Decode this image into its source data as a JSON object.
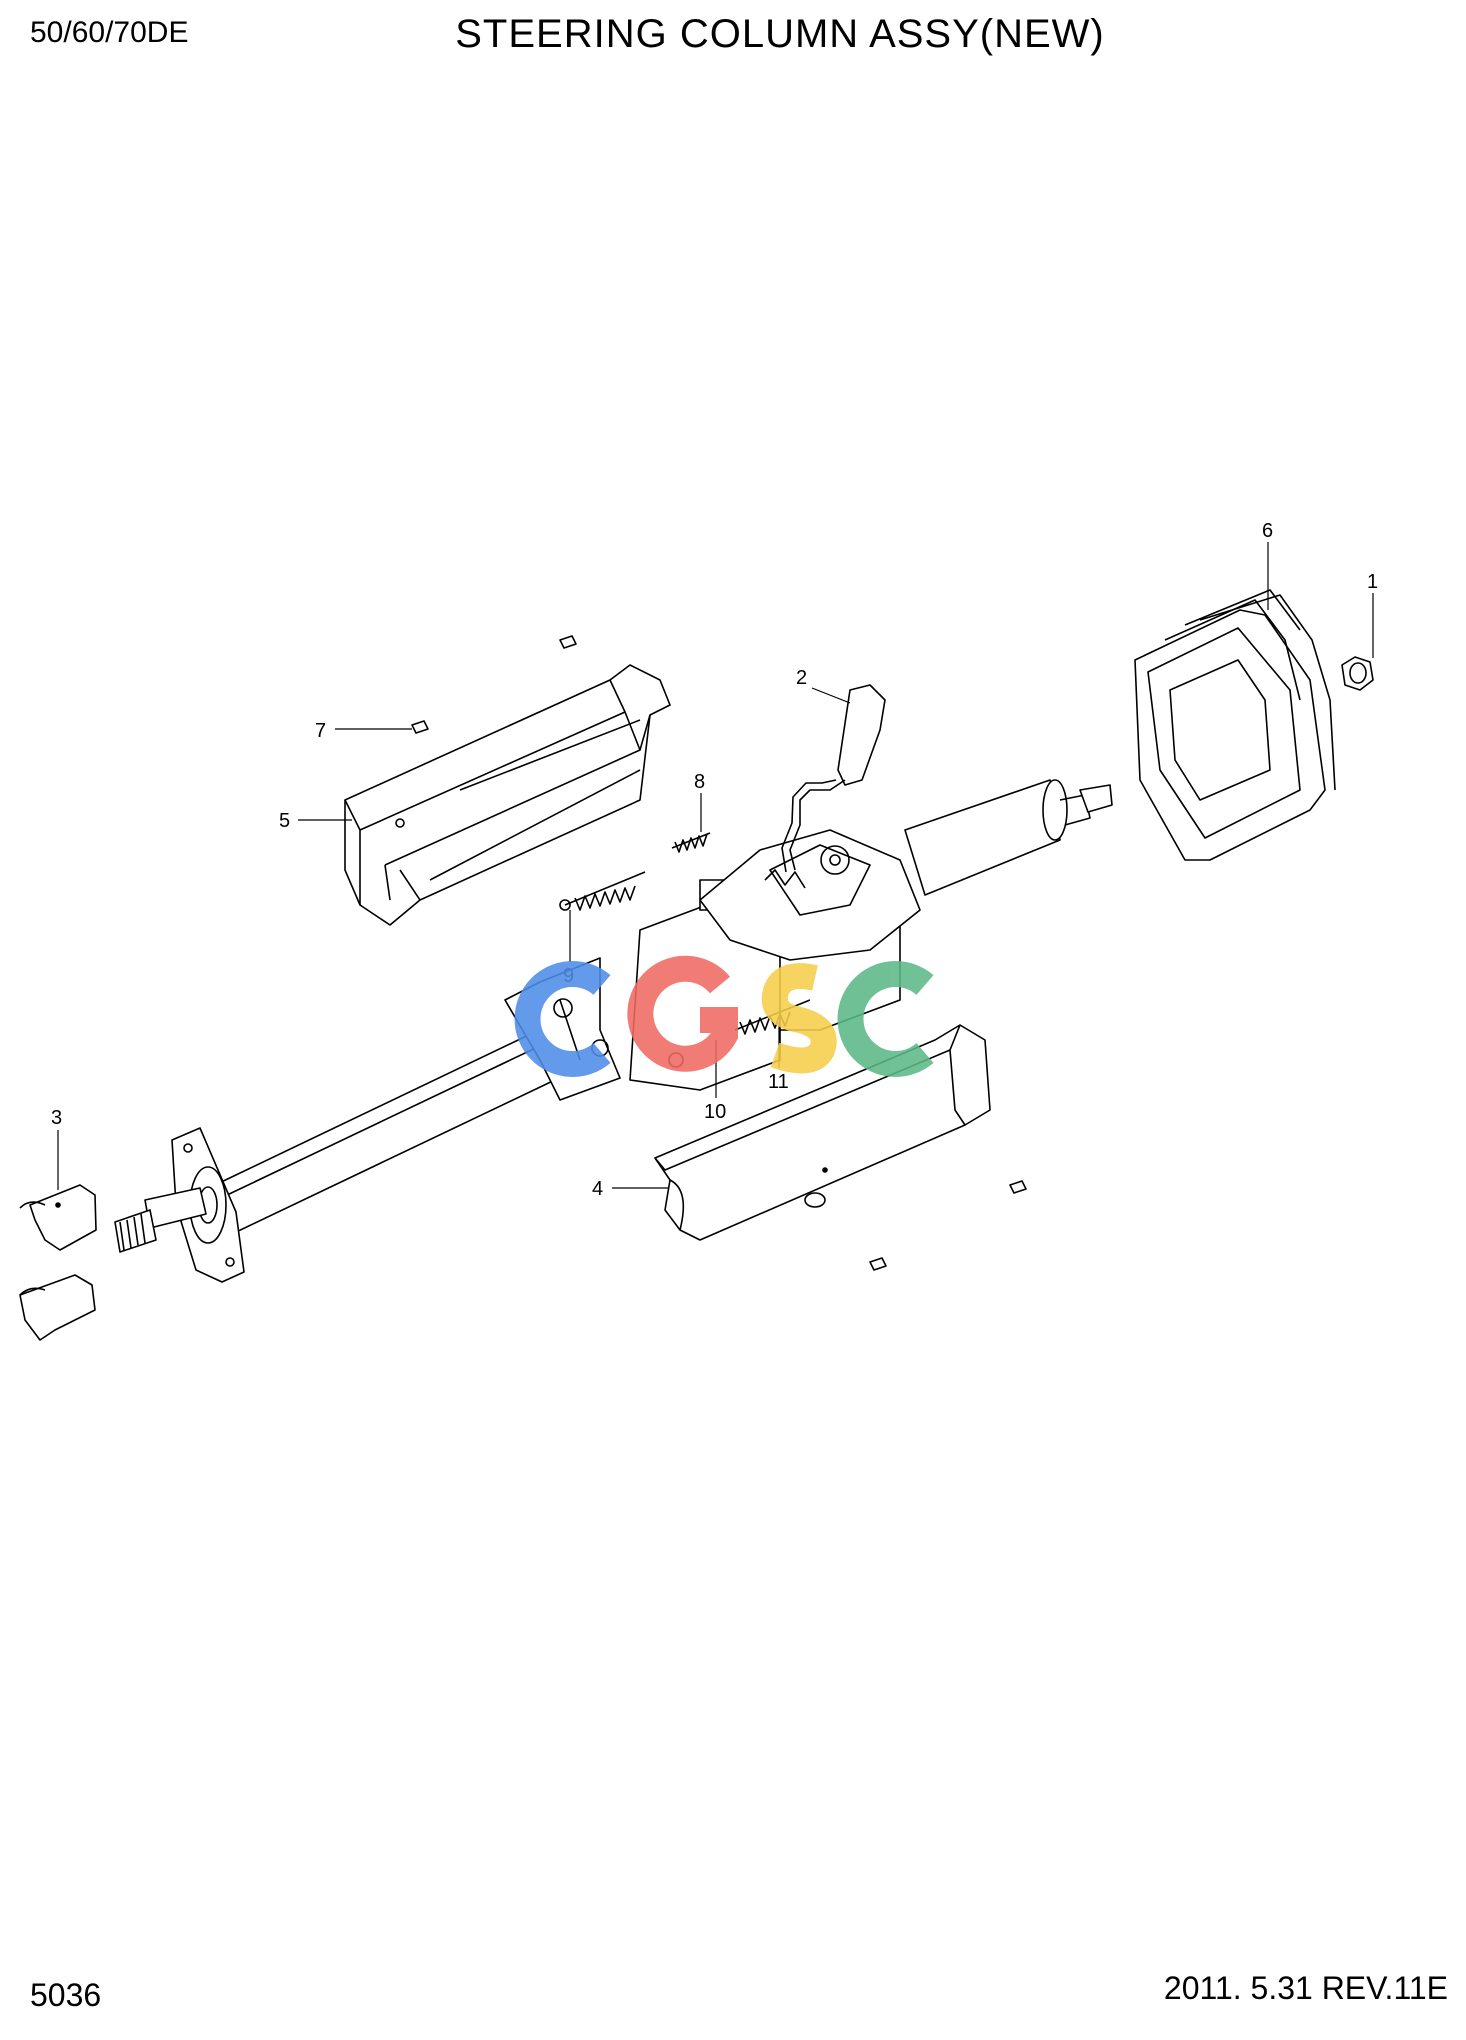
{
  "header": {
    "model": "50/60/70DE",
    "title": "STEERING COLUMN ASSY(NEW)"
  },
  "footer": {
    "page_number": "5036",
    "revision": "2011. 5.31  REV.11E"
  },
  "callouts": {
    "c1": "1",
    "c2": "2",
    "c3": "3",
    "c4": "4",
    "c5": "5",
    "c6": "6",
    "c7": "7",
    "c8": "8",
    "c9": "9",
    "c10": "10",
    "c11": "11"
  },
  "watermark": {
    "text": "CGSC",
    "colors": [
      "#4f8de8",
      "#ee6b62",
      "#f6cd4a",
      "#5cb887"
    ]
  },
  "colors": {
    "line": "#000000",
    "background": "#ffffff"
  }
}
